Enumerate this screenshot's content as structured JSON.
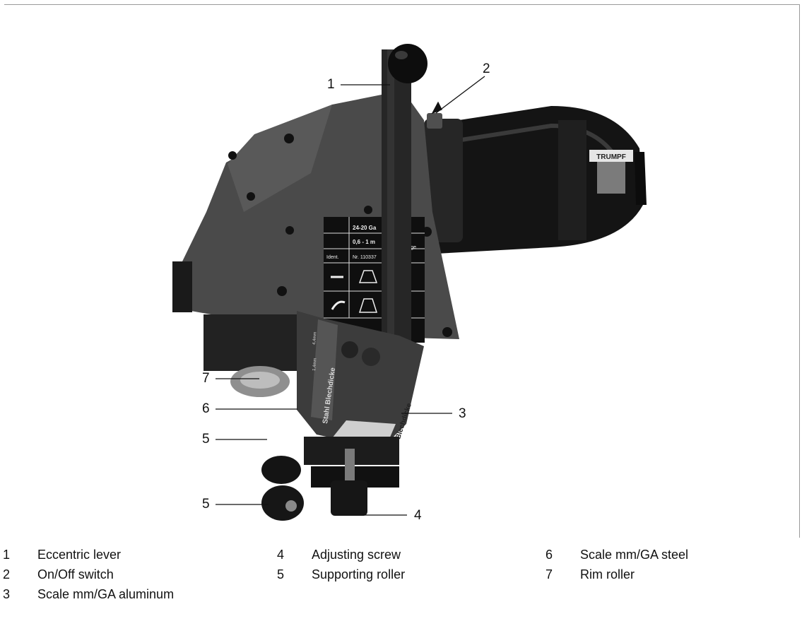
{
  "figure": {
    "callouts": [
      "1",
      "2",
      "3",
      "4",
      "5",
      "5",
      "6",
      "7"
    ],
    "brand_label": "TRUMPF",
    "plate_lines": [
      "24-20 Ga",
      "0,6 - 1 m",
      "Ident.",
      "Nr. 110337",
      "Gauge",
      "m"
    ],
    "bar_left_label": "Stahl Blechdicke",
    "bar_right_label": "Alu Blechdicke",
    "scale_marks": [
      "4,4mm",
      "1,4mm"
    ]
  },
  "legend": [
    {
      "num": "1",
      "text": "Eccentric lever"
    },
    {
      "num": "2",
      "text": "On/Off switch"
    },
    {
      "num": "3",
      "text": "Scale mm/GA aluminum"
    },
    {
      "num": "4",
      "text": "Adjusting screw"
    },
    {
      "num": "5",
      "text": "Supporting roller"
    },
    {
      "num": "6",
      "text": "Scale mm/GA steel"
    },
    {
      "num": "7",
      "text": "Rim roller"
    }
  ],
  "colors": {
    "body": "#4a4a4a",
    "dark": "#1c1c1c",
    "motor": "#141414",
    "steel": "#cfcfcf"
  }
}
